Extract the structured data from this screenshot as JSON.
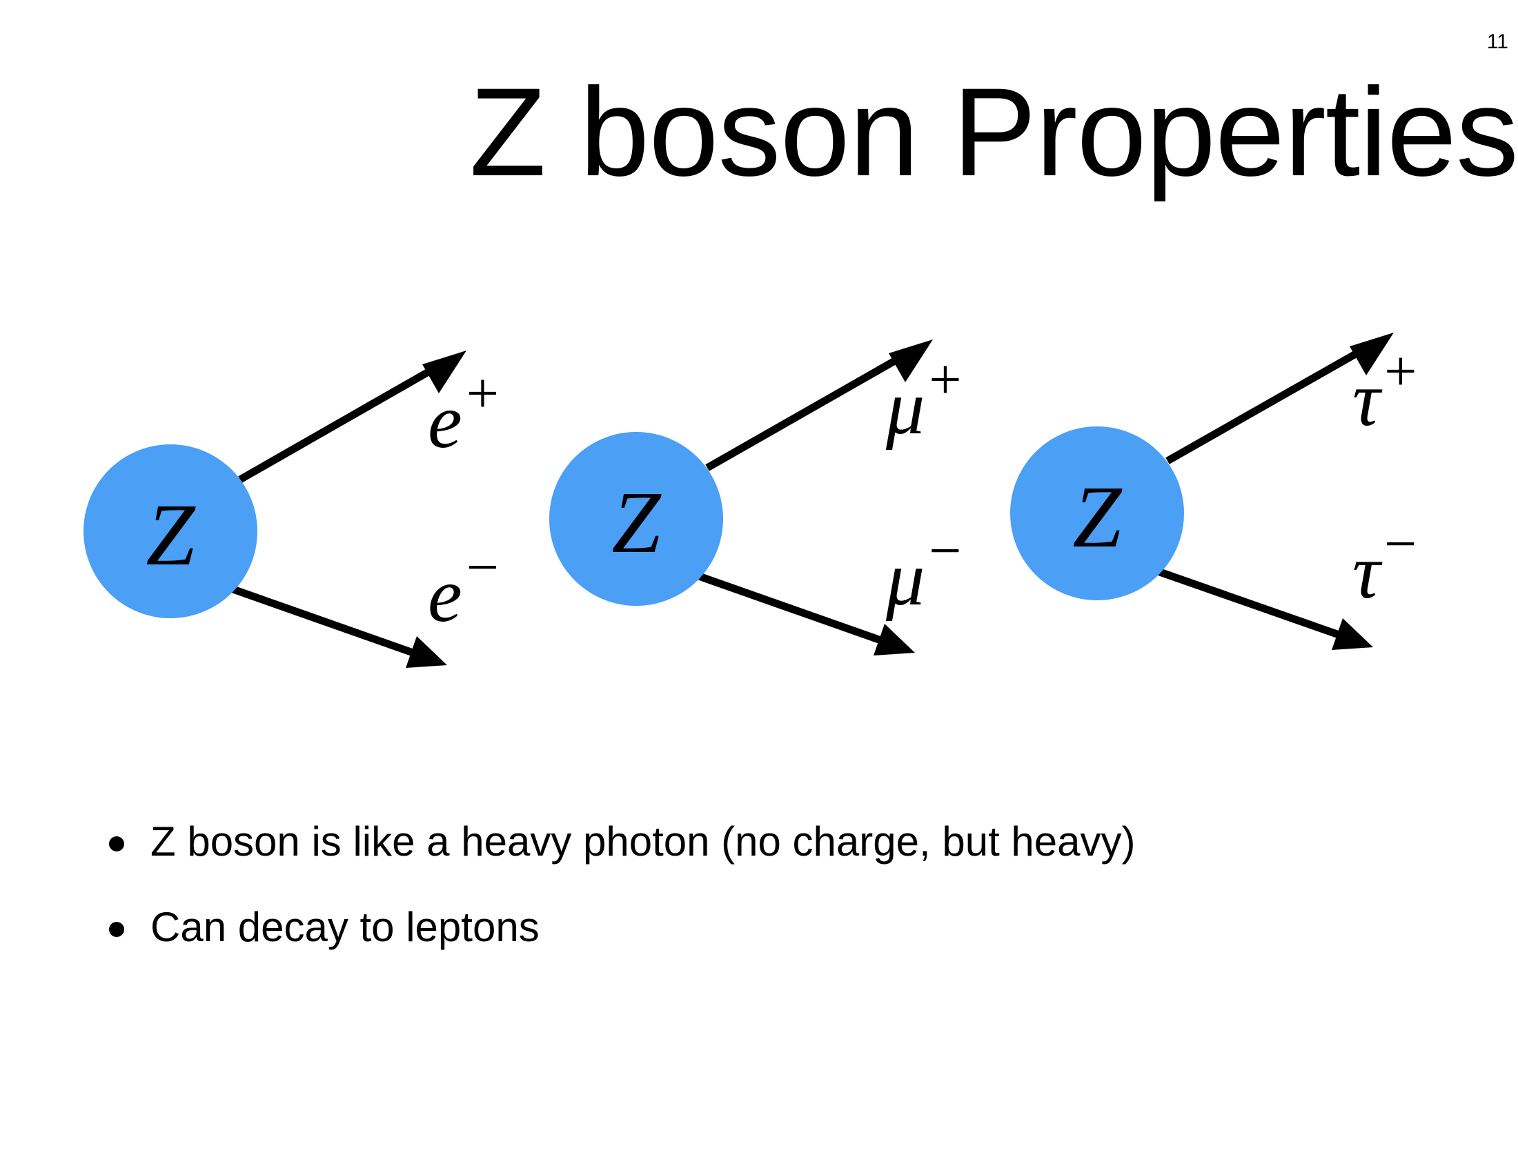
{
  "page": {
    "number": "11",
    "title": "Z boson Properties"
  },
  "colors": {
    "particle_fill": "#4b9ff5",
    "arrow": "#000000",
    "text": "#000000"
  },
  "diagrams": [
    {
      "particle_label": "Z",
      "upper_product": {
        "symbol": "e",
        "charge": "+"
      },
      "lower_product": {
        "symbol": "e",
        "charge": "−"
      }
    },
    {
      "particle_label": "Z",
      "upper_product": {
        "symbol": "μ",
        "charge": "+"
      },
      "lower_product": {
        "symbol": "μ",
        "charge": "−"
      }
    },
    {
      "particle_label": "Z",
      "upper_product": {
        "symbol": "τ",
        "charge": "+"
      },
      "lower_product": {
        "symbol": "τ",
        "charge": "−"
      }
    }
  ],
  "bullets": [
    "Z boson is like a heavy photon (no charge, but heavy)",
    "Can decay to leptons"
  ]
}
